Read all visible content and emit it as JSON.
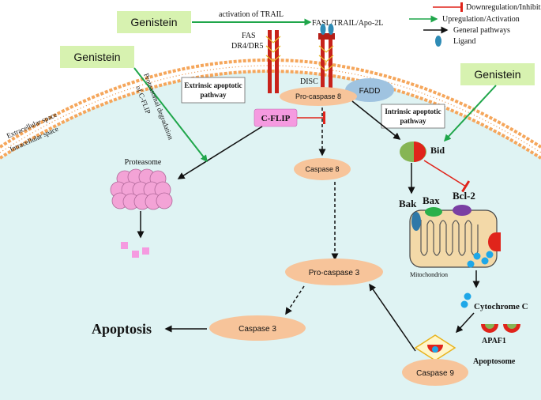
{
  "legend": {
    "items": [
      {
        "label": "Downregulation/Inhibition",
        "kind": "inhibit",
        "color": "#e0241b"
      },
      {
        "label": "Upregulation/Activation",
        "kind": "activate",
        "color": "#1fa64a"
      },
      {
        "label": "General pathways",
        "kind": "general",
        "color": "#111111"
      },
      {
        "label": "Ligand",
        "kind": "ligand",
        "color": "#2e8bb5"
      }
    ]
  },
  "genistein": {
    "top": "Genistein",
    "left": "Genistein",
    "right": "Genistein"
  },
  "labels": {
    "activation_trail": "activation of TRAIL",
    "fasl": "FASL/TRAIL/Apo-2L",
    "fas": "FAS",
    "dr": "DR4/DR5",
    "disc": "DISC",
    "fadd": "FADD",
    "procaspase8": "Pro-caspase 8",
    "caspase8": "Caspase 8",
    "procaspase3": "Pro-caspase 3",
    "caspase3": "Caspase 3",
    "caspase9": "Caspase 9",
    "cflip": "C-FLIP",
    "extrinsic_line1": "Extrinsic apoptotic",
    "extrinsic_line2": "pathway",
    "intrinsic_line1": "Intrinsic apoptotic",
    "intrinsic_line2": "pathway",
    "proteasome": "Proteasome",
    "proteasomal_line1": "Proteasomal degradation",
    "proteasomal_line2": "of C-FLIP",
    "extracellular": "Extracellular space",
    "intracellular": "Intracellular space",
    "bid": "Bid",
    "bak": "Bak",
    "bax": "Bax",
    "bcl2": "Bcl-2",
    "mitochondrion": "Mitochondrion",
    "cytochrome": "Cytochrome C",
    "apaf1": "APAF1",
    "apoptosome": "Apoptosome",
    "apoptosis": "Apoptosis"
  },
  "colors": {
    "cytoplasm": "#dff3f3",
    "membrane": "#f5a65b",
    "receptor": "#c8221b",
    "enzyme": "#f7c49a",
    "genistein_box": "#d7f2b0",
    "cflip": "#f59ae0",
    "fadd": "#9fc3e0",
    "proteasome": "#f3a3d6",
    "mito": "#f3d9a8",
    "cytc": "#1ea7e8"
  }
}
